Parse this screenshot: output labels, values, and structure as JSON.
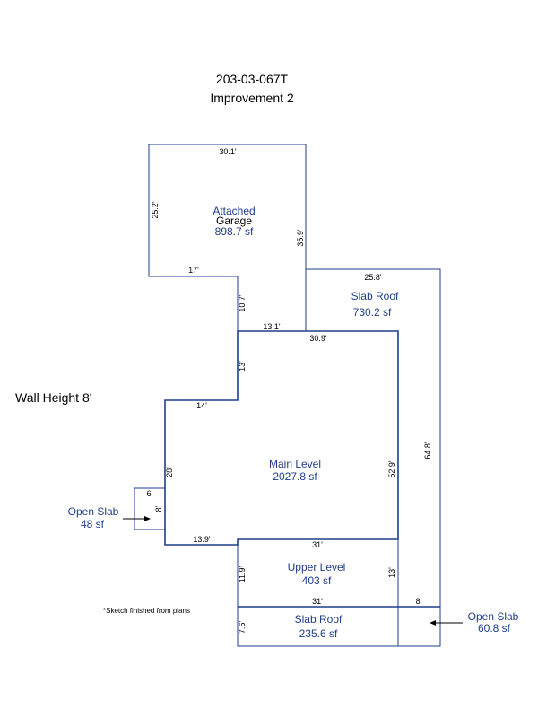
{
  "header": {
    "parcel_id": "203-03-067T",
    "improvement": "Improvement 2"
  },
  "wall_height": "Wall Height 8'",
  "note": "*Sketch finished from plans",
  "areas": {
    "garage": {
      "line1": "Attached",
      "line2": "Garage",
      "size": "898.7 sf"
    },
    "slab_roof_upper": {
      "name": "Slab Roof",
      "size": "730.2 sf"
    },
    "main_level": {
      "name": "Main Level",
      "size": "2027.8 sf"
    },
    "upper_level": {
      "name": "Upper Level",
      "size": "403 sf"
    },
    "slab_roof_lower": {
      "name": "Slab Roof",
      "size": "235.6 sf"
    },
    "open_slab_left": {
      "name": "Open Slab",
      "size": "48 sf"
    },
    "open_slab_right": {
      "name": "Open Slab",
      "size": "60.8 sf"
    }
  },
  "dimensions": {
    "garage_top": "30.1'",
    "garage_left": "25.2'",
    "garage_right": "35.9'",
    "garage_bottom": "17'",
    "step_vertical_upper": "10.7'",
    "step_horizontal": "13.1'",
    "slab_roof_top": "25.8'",
    "main_top": "30.9'",
    "step_vertical_lower": "13'",
    "main_step_left": "14'",
    "main_left": "28'",
    "main_right": "52.9'",
    "slab_roof_right": "64.8'",
    "open_slab_top": "6'",
    "open_slab_side": "8'",
    "main_bottom_left": "13.9'",
    "upper_top": "31'",
    "upper_left": "11.9'",
    "upper_right": "13'",
    "lower_slab_top": "31'",
    "lower_slab_extra": "8'",
    "lower_slab_left": "7.6'"
  }
}
